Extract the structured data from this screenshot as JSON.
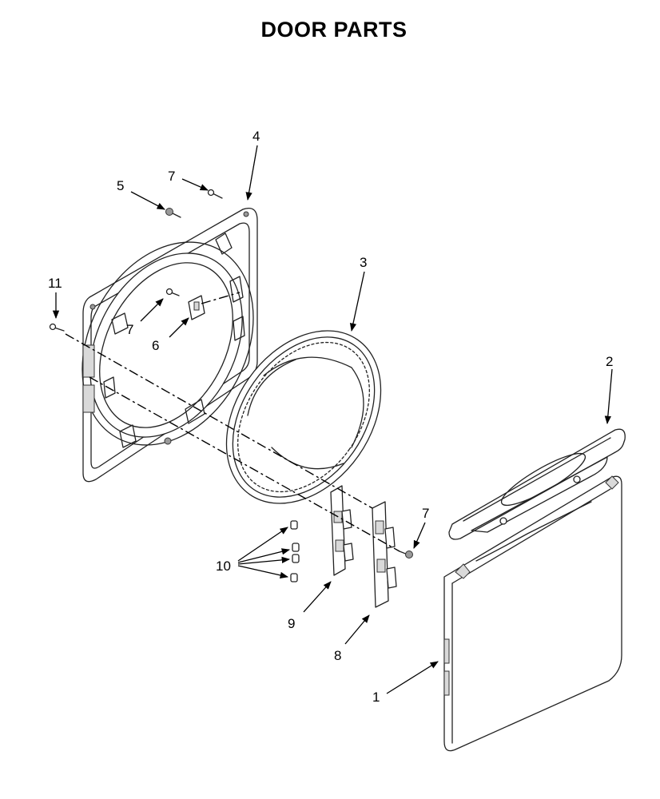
{
  "title": "DOOR PARTS",
  "callouts": {
    "c1": "1",
    "c2": "2",
    "c3": "3",
    "c4": "4",
    "c5": "5",
    "c6": "6",
    "c7a": "7",
    "c7b": "7",
    "c7c": "7",
    "c8": "8",
    "c9": "9",
    "c10": "10",
    "c11": "11"
  }
}
